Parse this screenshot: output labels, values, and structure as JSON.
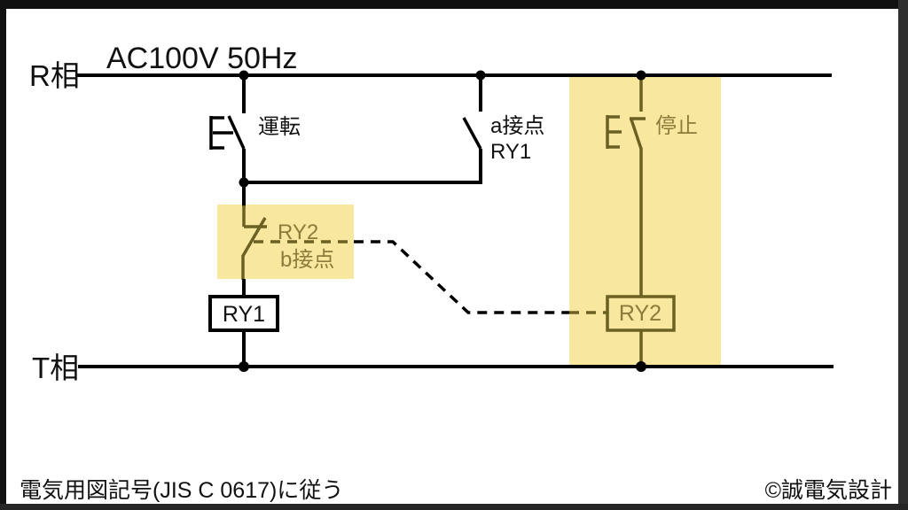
{
  "diagram": {
    "title": "AC100V 50Hz",
    "rails": {
      "top": "R相",
      "bottom": "T相"
    },
    "components": {
      "run_button_label": "運転",
      "holding_contact_label_line1": "a接点",
      "holding_contact_label_line2": "RY1",
      "stop_button_label": "停止",
      "b_contact_label_line1": "RY2",
      "b_contact_label_line2": "b接点",
      "relay_coil_ry1": "RY1",
      "relay_coil_ry2": "RY2"
    }
  },
  "footer": {
    "standard_note": "電気用図記号(JIS C 0617)に従う",
    "credit": "©誠電気設計"
  },
  "colors": {
    "circuit_line": "#000000",
    "highlight_fill": "#f8e79f",
    "highlight_line": "#6b6122",
    "highlight_text": "#8a7c3a",
    "background": "#ffffff",
    "frame_bar": "#111111"
  }
}
